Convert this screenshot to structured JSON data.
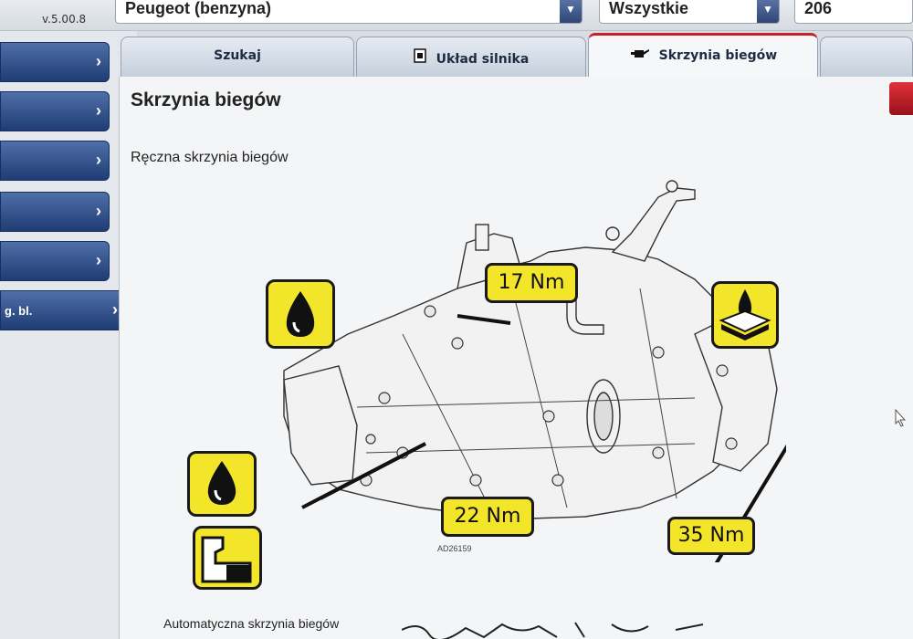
{
  "app": {
    "version": "v.5.00.8"
  },
  "selectors": {
    "brand": "Peugeot (benzyna)",
    "filter": "Wszystkie",
    "model": "206"
  },
  "sidebar": {
    "items": [
      {
        "label": ""
      },
      {
        "label": ""
      },
      {
        "label": ""
      },
      {
        "label": ""
      },
      {
        "label": ""
      },
      {
        "label": "g. bl."
      }
    ]
  },
  "tabs": [
    {
      "label": "Szukaj",
      "icon": "none"
    },
    {
      "label": "Układ silnika",
      "icon": "engine-layout-icon"
    },
    {
      "label": "Skrzynia biegów",
      "icon": "oil-can-icon",
      "active": true
    }
  ],
  "main": {
    "title": "Skrzynia biegów",
    "section1": "Ręczna skrzynia biegów",
    "section2": "Automatyczna skrzynia biegów"
  },
  "diagram": {
    "torque_top": "17 Nm",
    "torque_left": "22 Nm",
    "torque_bottom": "35 Nm",
    "reference": "AD26159",
    "icons": [
      "oil-drop-icon",
      "oil-drop-icon",
      "drain-plug-icon",
      "oil-level-icon"
    ]
  },
  "colors": {
    "accent": "#1f3c74",
    "callout": "#f3e62a",
    "active_tab_border": "#c8212d"
  }
}
